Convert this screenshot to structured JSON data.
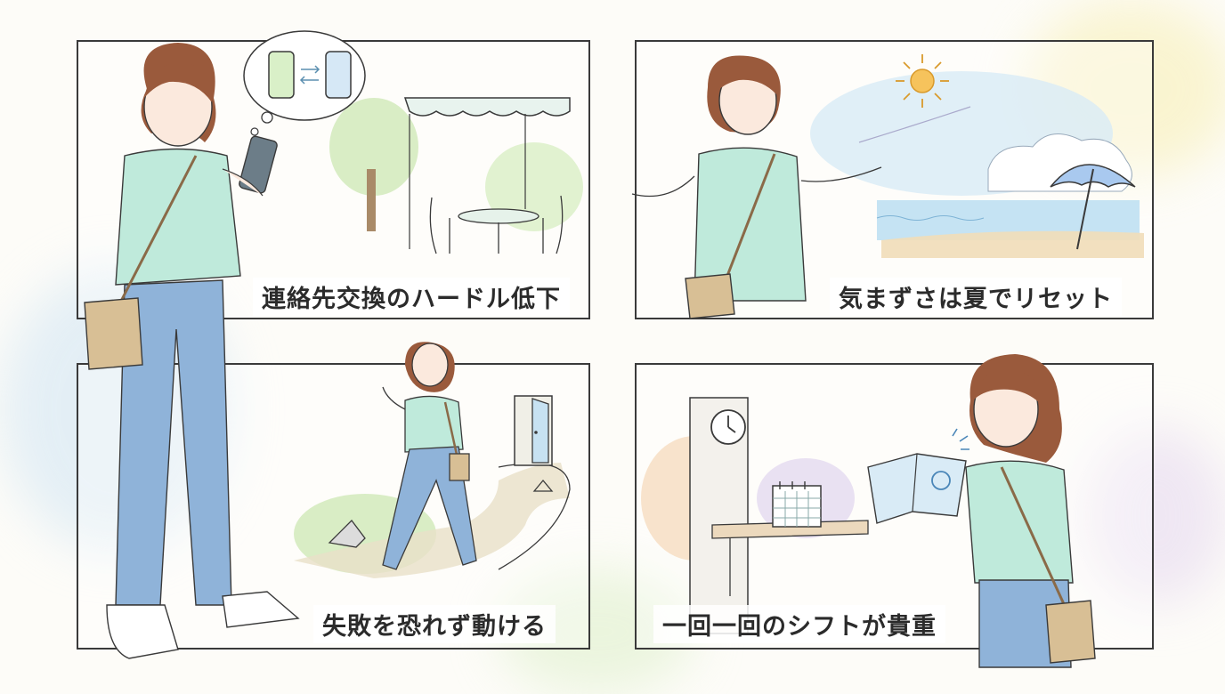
{
  "panels": {
    "top_left": {
      "caption": "連絡先交換のハードル低下"
    },
    "top_right": {
      "caption": "気まずさは夏でリセット"
    },
    "bottom_left": {
      "caption": "失敗を恐れず動ける"
    },
    "bottom_right": {
      "caption": "一回一回のシフトが貴重"
    }
  },
  "colors": {
    "line": "#3a3a3a",
    "shirt": "#bfeadb",
    "jeans": "#8fb3d9",
    "hair": "#9a5a3c",
    "bag": "#d8bf95",
    "wash_green": "#cfe8b8",
    "wash_blue": "#cfe4f3",
    "wash_yellow": "#f7eeb0",
    "wash_purple": "#e4d6ef"
  },
  "icons": [
    "phone-exchange-icon",
    "sun-icon",
    "beach-umbrella-icon",
    "clock-icon",
    "calendar-icon",
    "door-icon"
  ]
}
